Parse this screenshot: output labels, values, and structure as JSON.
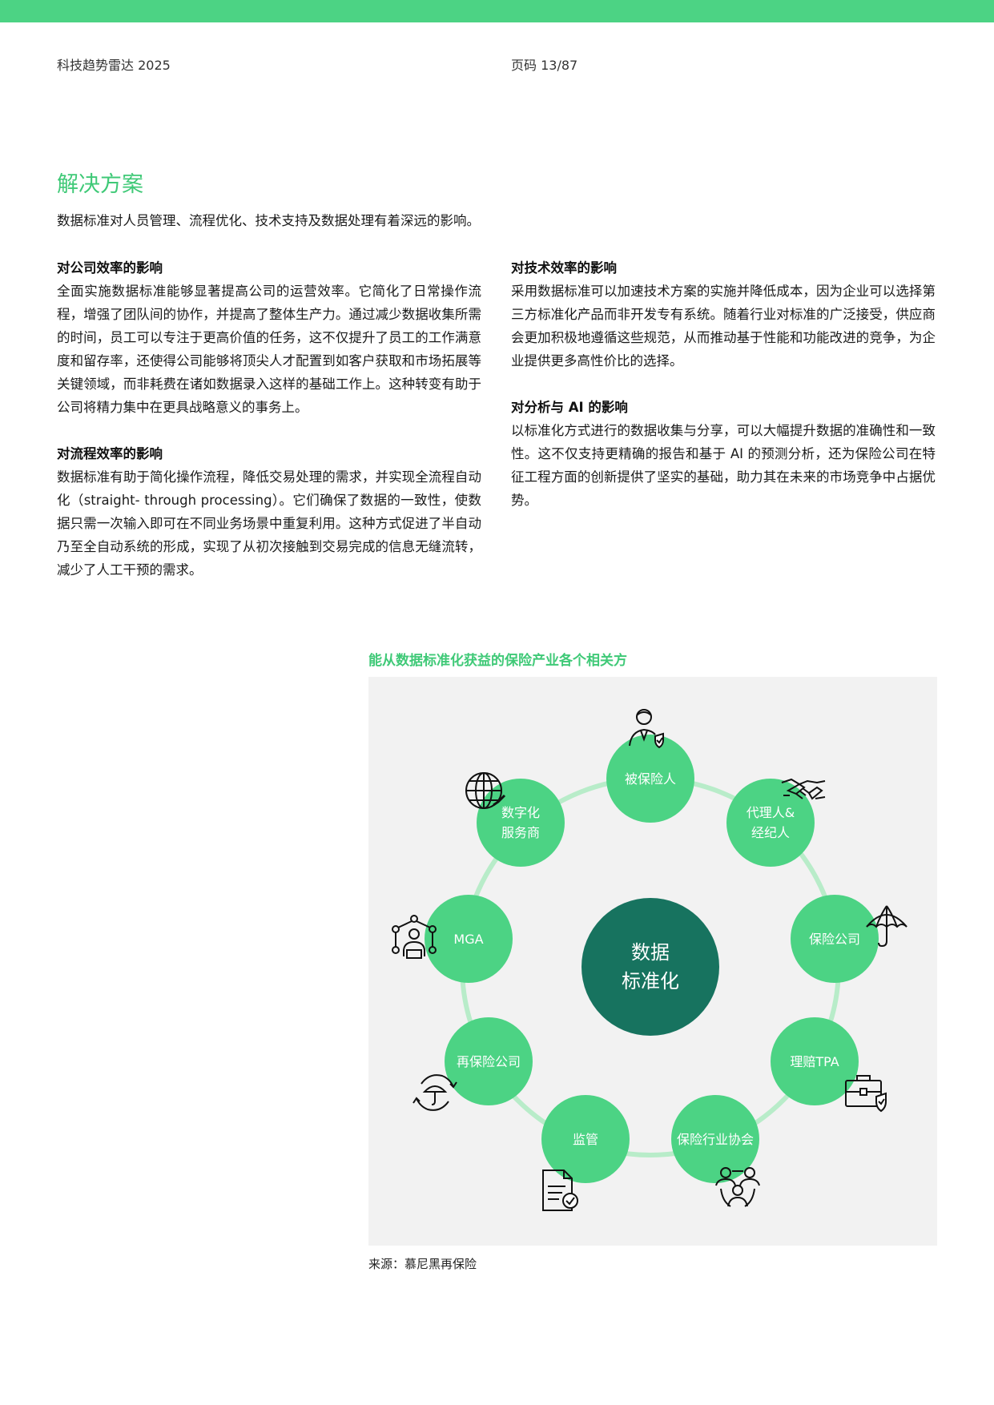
{
  "header": {
    "left": "科技趋势雷达 2025",
    "right": "页码 13/87"
  },
  "section": {
    "title": "解决方案",
    "intro": "数据标准对人员管理、流程优化、技术支持及数据处理有着深远的影响。"
  },
  "left_column": [
    {
      "heading": "对公司效率的影响",
      "body": "全面实施数据标准能够显著提高公司的运营效率。它简化了日常操作流程，增强了团队间的协作，并提高了整体生产力。通过减少数据收集所需的时间，员工可以专注于更高价值的任务，这不仅提升了员工的工作满意度和留存率，还使得公司能够将顶尖人才配置到如客户获取和市场拓展等关键领域，而非耗费在诸如数据录入这样的基础工作上。这种转变有助于公司将精力集中在更具战略意义的事务上。"
    },
    {
      "heading": "对流程效率的影响",
      "body": "数据标准有助于简化操作流程，降低交易处理的需求，并实现全流程自动化（straight- through processing）。它们确保了数据的一致性，使数据只需一次输入即可在不同业务场景中重复利用。这种方式促进了半自动乃至全自动系统的形成，实现了从初次接触到交易完成的信息无缝流转，减少了人工干预的需求。"
    }
  ],
  "right_column": [
    {
      "heading": "对技术效率的影响",
      "body": "采用数据标准可以加速技术方案的实施并降低成本，因为企业可以选择第三方标准化产品而非开发专有系统。随着行业对标准的广泛接受，供应商会更加积极地遵循这些规范，从而推动基于性能和功能改进的竞争，为企业提供更多高性价比的选择。"
    },
    {
      "heading": "对分析与 AI 的影响",
      "body": "以标准化方式进行的数据收集与分享，可以大幅提升数据的准确性和一致性。这不仅支持更精确的报告和基于 AI 的预测分析，还为保险公司在特征工程方面的创新提供了坚实的基础，助力其在未来的市场竞争中占据优势。"
    }
  ],
  "figure": {
    "title": "能从数据标准化获益的保险产业各个相关方",
    "center": "数据\n标准化",
    "nodes": [
      {
        "label": "被保险人",
        "icon": "person-shield-icon"
      },
      {
        "label": "代理人&\n经纪人",
        "icon": "handshake-icon"
      },
      {
        "label": "保险公司",
        "icon": "umbrella-icon"
      },
      {
        "label": "理赔TPA",
        "icon": "briefcase-shield-icon"
      },
      {
        "label": "保险行业协会",
        "icon": "people-group-icon"
      },
      {
        "label": "监管",
        "icon": "document-check-icon"
      },
      {
        "label": "再保险公司",
        "icon": "umbrella-cycle-icon"
      },
      {
        "label": "MGA",
        "icon": "network-person-icon"
      },
      {
        "label": "数字化\n服务商",
        "icon": "globe-icon"
      }
    ],
    "colors": {
      "node": "#4cd384",
      "center": "#17735f",
      "ring": "#b8ecc9",
      "panel": "#f2f2f2",
      "accent": "#3fc977"
    },
    "source": "来源：慕尼黑再保险"
  }
}
